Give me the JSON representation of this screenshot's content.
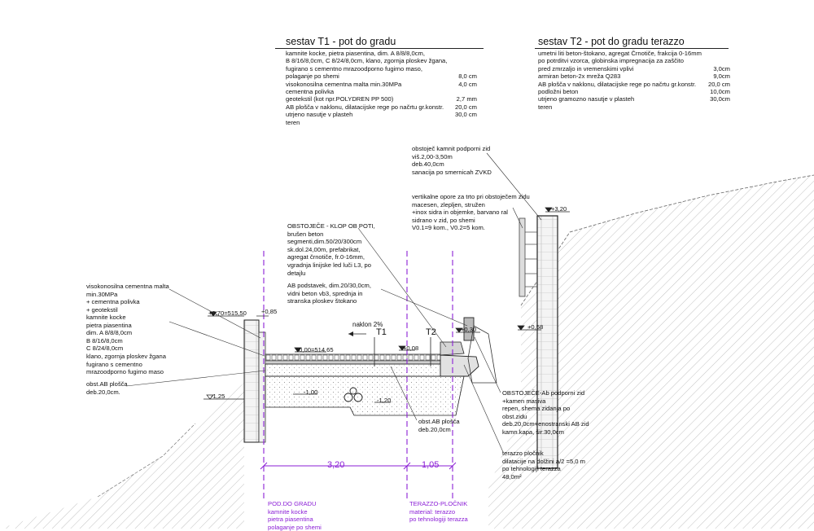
{
  "t1": {
    "title": "sestav T1 - pot do gradu",
    "rows": [
      {
        "text": "kamnite kocke, pietra piasentina, dim. A 8/8/8,0cm,",
        "val": ""
      },
      {
        "text": "B 8/16/8,0cm, C 8/24/8,0cm, klano, zgornja ploskev žgana,",
        "val": ""
      },
      {
        "text": "fugirano s cementno mrazoodporno fugirno maso,",
        "val": ""
      },
      {
        "text": "polaganje po shemi",
        "val": "8,0 cm"
      },
      {
        "text": "visokonosilna cementna malta min.30MPa",
        "val": "4,0 cm"
      },
      {
        "text": "cementna polivka",
        "val": ""
      },
      {
        "text": "geotekstil (kot npr.POLYDREN PP 500)",
        "val": "2,7 mm"
      },
      {
        "text": "AB plošča v naklonu, dilatacijske rege po načrtu gr.konstr.",
        "val": "20,0 cm"
      },
      {
        "text": "utrjeno nasutje v plasteh",
        "val": "30,0 cm"
      },
      {
        "text": "teren",
        "val": ""
      }
    ]
  },
  "t2": {
    "title": "sestav T2 - pot do gradu terazzo",
    "rows": [
      {
        "text": "umetni liti beton-štokano, agregat Črnotiče, frakcija 0-16mm",
        "val": ""
      },
      {
        "text": "po potrditvi vzorca, globinska impregnacija za zaščito",
        "val": ""
      },
      {
        "text": "pred zmrzaljo in vremenskimi vplivi",
        "val": "3,0cm"
      },
      {
        "text": "armiran beton-2x mreža Q283",
        "val": "9,0cm"
      },
      {
        "text": "AB plošča v naklonu, dilatacijske rege po načrtu gr.konstr.",
        "val": "20,0 cm"
      },
      {
        "text": "podložni beton",
        "val": "10,0cm"
      },
      {
        "text": "utrjeno gramozno nasutje v plasteh",
        "val": "30,0cm"
      },
      {
        "text": "teren",
        "val": ""
      }
    ]
  },
  "notes": {
    "wall_existing": [
      "obstoječ kamnit podporni zid",
      "viš.2,00-3,50m",
      "deb.40,0cm",
      "sanacija po smernicah ZVKD"
    ],
    "vertical_supports": [
      "vertikalne opore za trto pri obstoječem zidu",
      "macesen, zlepljen, stružen",
      "+inox sidra in objemke, barvano ral",
      "sidrano v zid, po shemi",
      "V0.1=9 kom., V0.2=5 kom."
    ],
    "klop": [
      "OBSTOJEČE - KLOP OB POTI,",
      "brušen beton",
      "segmenti,dim.50/20/300cm",
      "sk.dol.24,00m, prefabrikat,",
      "agregat črnotiče, fr.0-16mm,",
      "vgradnja linijske led luči L3, po",
      "detajlu"
    ],
    "ab_podstavek": [
      "AB podstavek, dim.20/30,0cm,",
      "vidni beton vb3, sprednja in",
      "stranska ploskev štokano"
    ],
    "left_malta": [
      "visokonosilna cementna malta",
      "min.30MPa",
      "+ cementna polivka",
      "+ geotekstil"
    ],
    "left_kocke": [
      "kamnite kocke",
      "pietra piasentina",
      "dim.    A  8/8/8,0cm",
      "           B  8/16/8,0cm",
      "           C  8/24/8,0cm",
      "klano, zgornja ploskev žgana",
      "fugirano s cementno",
      "mrazoodporno fugirno maso"
    ],
    "left_ab": [
      "obst.AB plošča",
      "deb.20,0cm."
    ],
    "mid_ab": [
      "obst.AB plošča",
      "deb.20,0cm"
    ],
    "right_wall": [
      "OBSTOJEČE-Ab podporni zid",
      "+kamen masiva",
      "repen, shema zidanja po",
      "obst.zidu",
      "deb.20,0cm+enostranski AB zid",
      "kamn.kapa, šir.30,0cm"
    ],
    "terazzo": [
      "terazzo pločnik",
      "dilatacije na dolžini a/2 =5,0 m",
      "po tehnologiji terazza",
      "48,0m²"
    ]
  },
  "levels": {
    "top_left": "+0,70=515,50",
    "l085": "+0,85",
    "zero": "±0,00=514,65",
    "m125": "-1,25",
    "m100": "-1,00",
    "m120": "-1,20",
    "p008": "+0,08",
    "p030": "+0,30",
    "p058": "+0,58",
    "p320": "+3,20"
  },
  "slope": "naklon 2%",
  "tags": {
    "t1": "T1",
    "t2": "T2"
  },
  "dims": {
    "d1": "3,20",
    "d2": "1,05"
  },
  "zones": {
    "left": [
      "POD.DO GRADU",
      "kamnite kocke",
      "pietra piasentina",
      "polaganje po shemi"
    ],
    "right": [
      "TERAZZO-PLOČNIK",
      "material: terazzo",
      "po tehnologiji terazza"
    ]
  },
  "colors": {
    "accent": "#8b1fd6",
    "line": "#222222",
    "hatch": "#9a9a9a"
  }
}
